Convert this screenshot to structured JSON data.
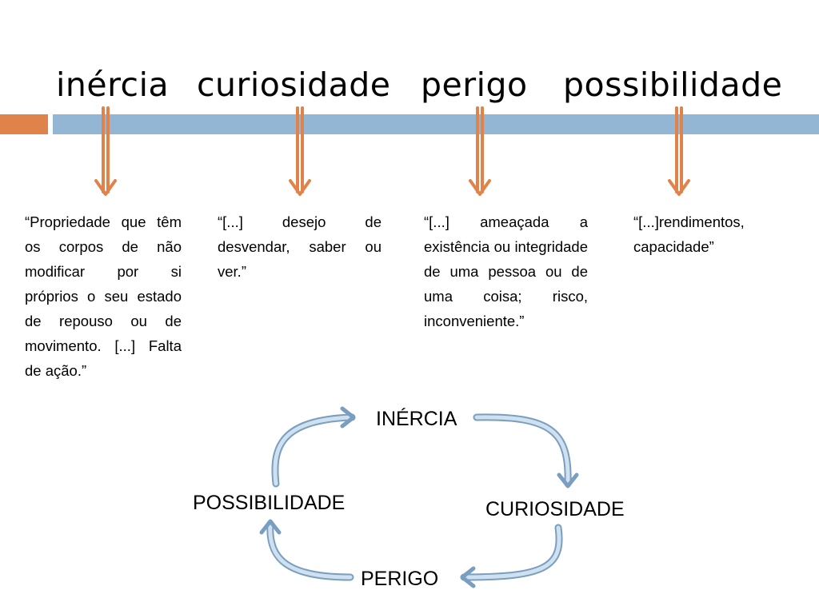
{
  "title": {
    "words": [
      "inércia",
      "curiosidade",
      "perigo",
      "possibilidade"
    ]
  },
  "colors": {
    "accent_orange": "#e0834b",
    "accent_blue": "#93b6d5",
    "cycle_arrow": "#9fc0dd"
  },
  "definitions": [
    "“Propriedade que têm os corpos de não modificar por si próprios o seu estado de repouso ou de movimento. [...] Falta de ação.”",
    "“[...] desejo de desvendar, saber ou ver.”",
    "“[...] ameaçada a existência ou integridade de uma pessoa ou de uma coisa; risco, inconveniente.”",
    "“[...]rendimentos, capacidade”"
  ],
  "cycle": {
    "labels": [
      "INÉRCIA",
      "CURIOSIDADE",
      "PERIGO",
      "POSSIBILIDADE"
    ]
  }
}
